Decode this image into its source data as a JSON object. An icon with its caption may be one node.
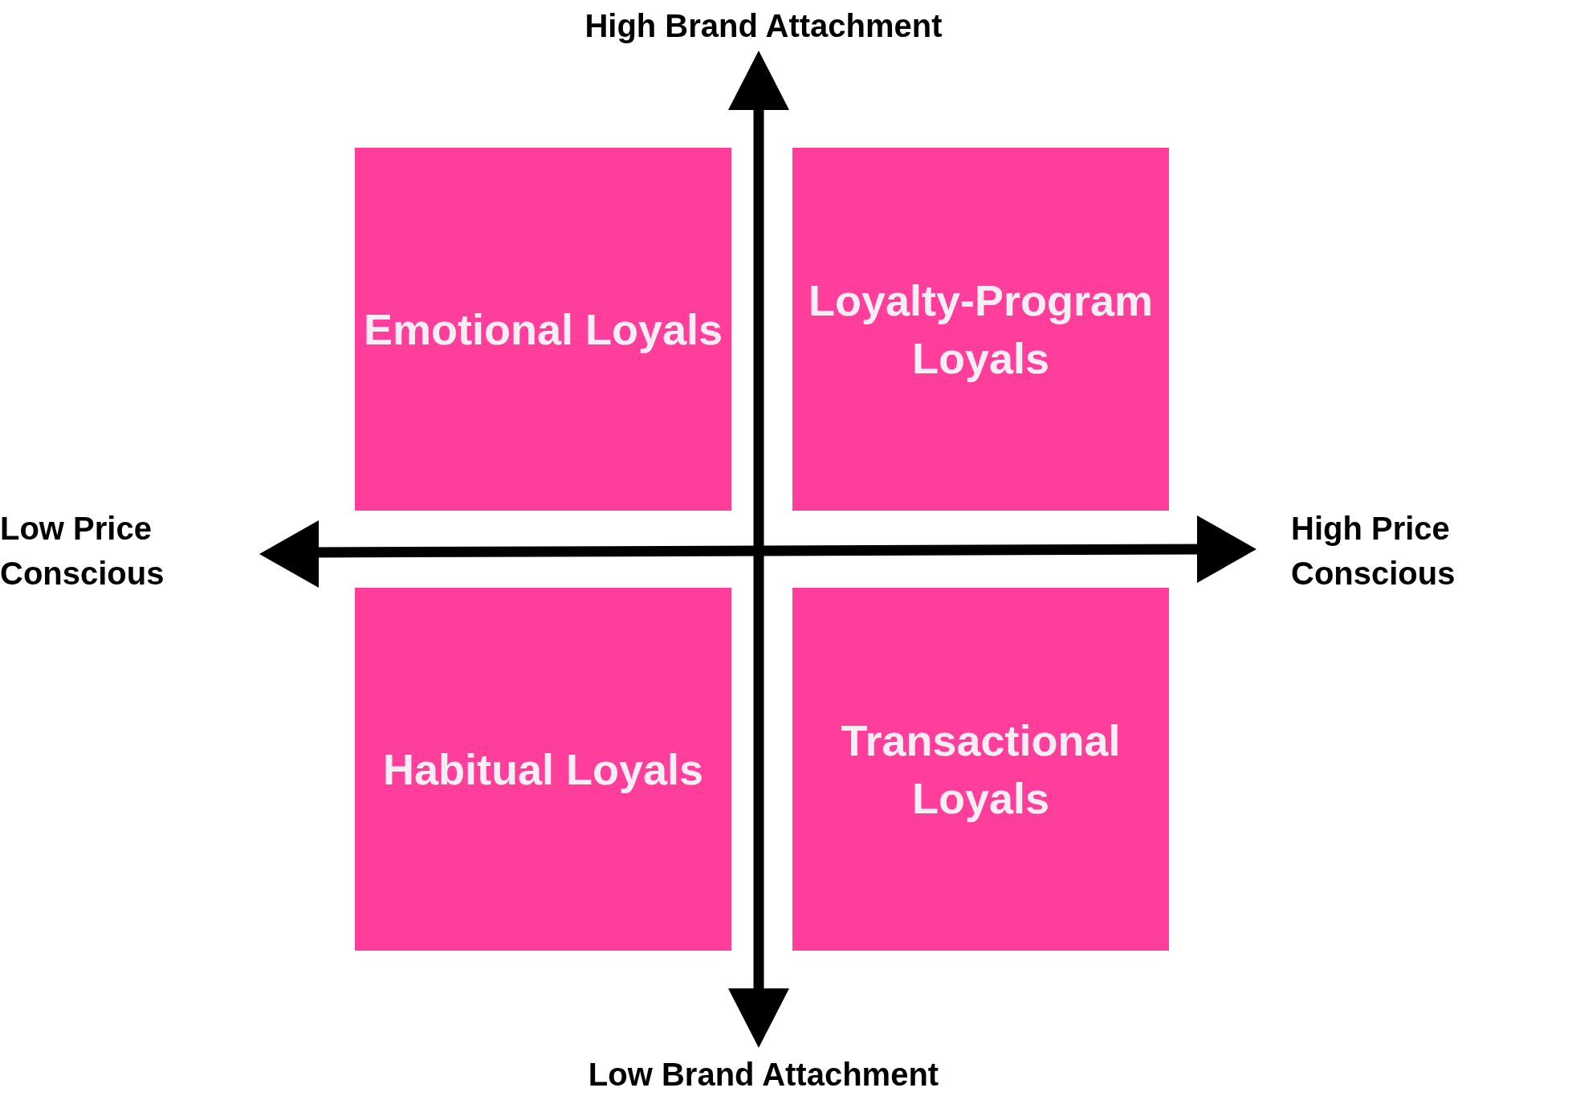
{
  "diagram": {
    "nodes": [
      {
        "text": [
          "Emotional Loyals"
        ]
      },
      {
        "text": [
          "Loyalty-Program Loyals"
        ]
      },
      {
        "text": [
          "Habitual Loyals"
        ]
      },
      {
        "text": [
          "Transactional Loyals"
        ]
      }
    ],
    "labels": [
      "High Brand Attachment",
      "Low Price Conscious",
      "High Price Conscious",
      "Low Brand Attachment"
    ]
  }
}
